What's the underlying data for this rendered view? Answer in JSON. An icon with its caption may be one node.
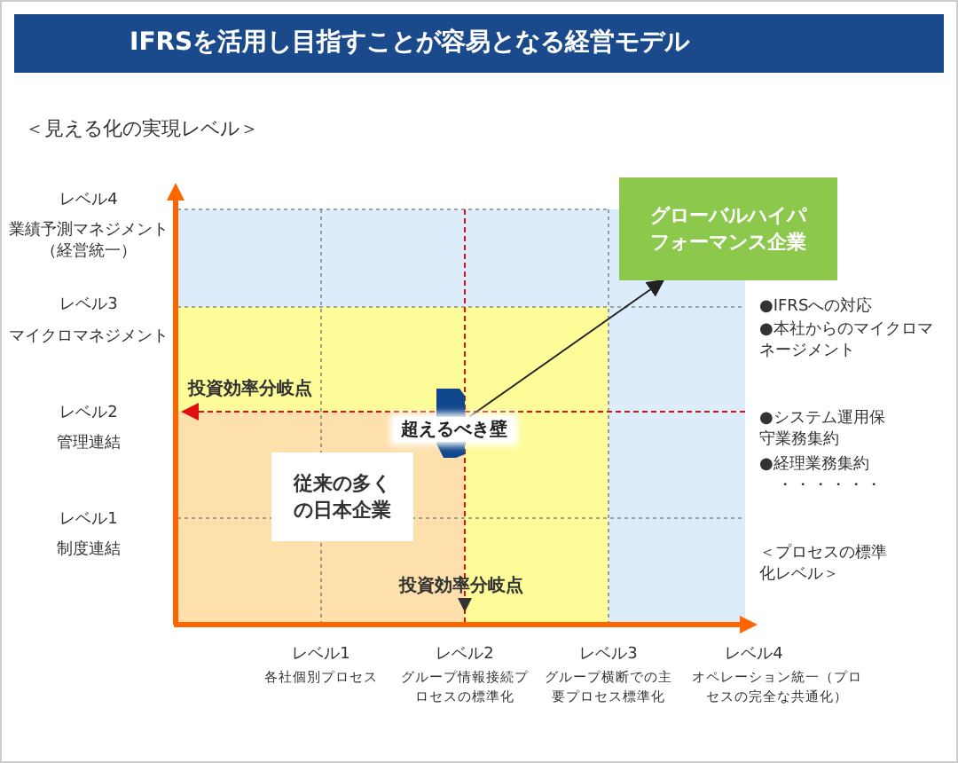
{
  "diagram": {
    "title": "IFRSを活用し目指すことが容易となる経営モデル",
    "nodes": [
      {
        "text": [
          "グローバルハイパフォーマンス企業"
        ]
      },
      {
        "text": [
          "従来の多くの日本企業"
        ]
      },
      {
        "text": [
          "超えるべき壁"
        ]
      }
    ],
    "edges": [
      {
        "from": 2,
        "to": 0,
        "arrow": "to"
      }
    ],
    "labels": [
      "＜見える化の実現レベル＞",
      "レベル4",
      "業績予測マネジメント（経営統一）",
      "レベル3",
      "マイクロマネジメント",
      "レベル2",
      "管理連結",
      "レベル1",
      "制度連結",
      "●IFRSへの対応",
      "●本社からのマイクロマネージメント",
      "●システム運用保守業務集約",
      "●経理業務集約",
      "・・・・・・",
      "＜プロセスの標準化レベル＞",
      "投資効率分岐点",
      "投資効率分岐点",
      "レベル1",
      "各社個別プロセス",
      "レベル2",
      "グループ情報接続プロセスの標準化",
      "レベル3",
      "グループ横断での主要プロセス標準化",
      "レベル4",
      "オペレーション統一（プロセスの完全な共通化）"
    ]
  }
}
